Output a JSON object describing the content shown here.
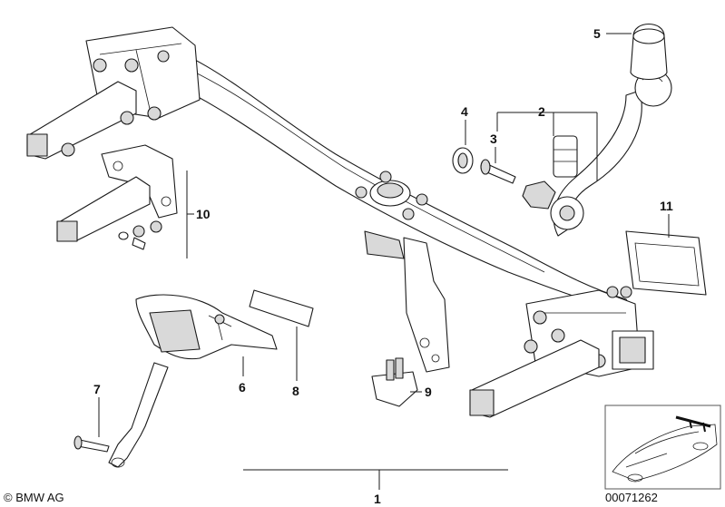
{
  "callouts": {
    "c1": "1",
    "c2": "2",
    "c3": "3",
    "c4": "4",
    "c5": "5",
    "c6": "6",
    "c7": "7",
    "c8": "8",
    "c9": "9",
    "c10": "10",
    "c11": "11"
  },
  "footer": {
    "copyright": "© BMW AG",
    "diagram_number": "00071262"
  }
}
